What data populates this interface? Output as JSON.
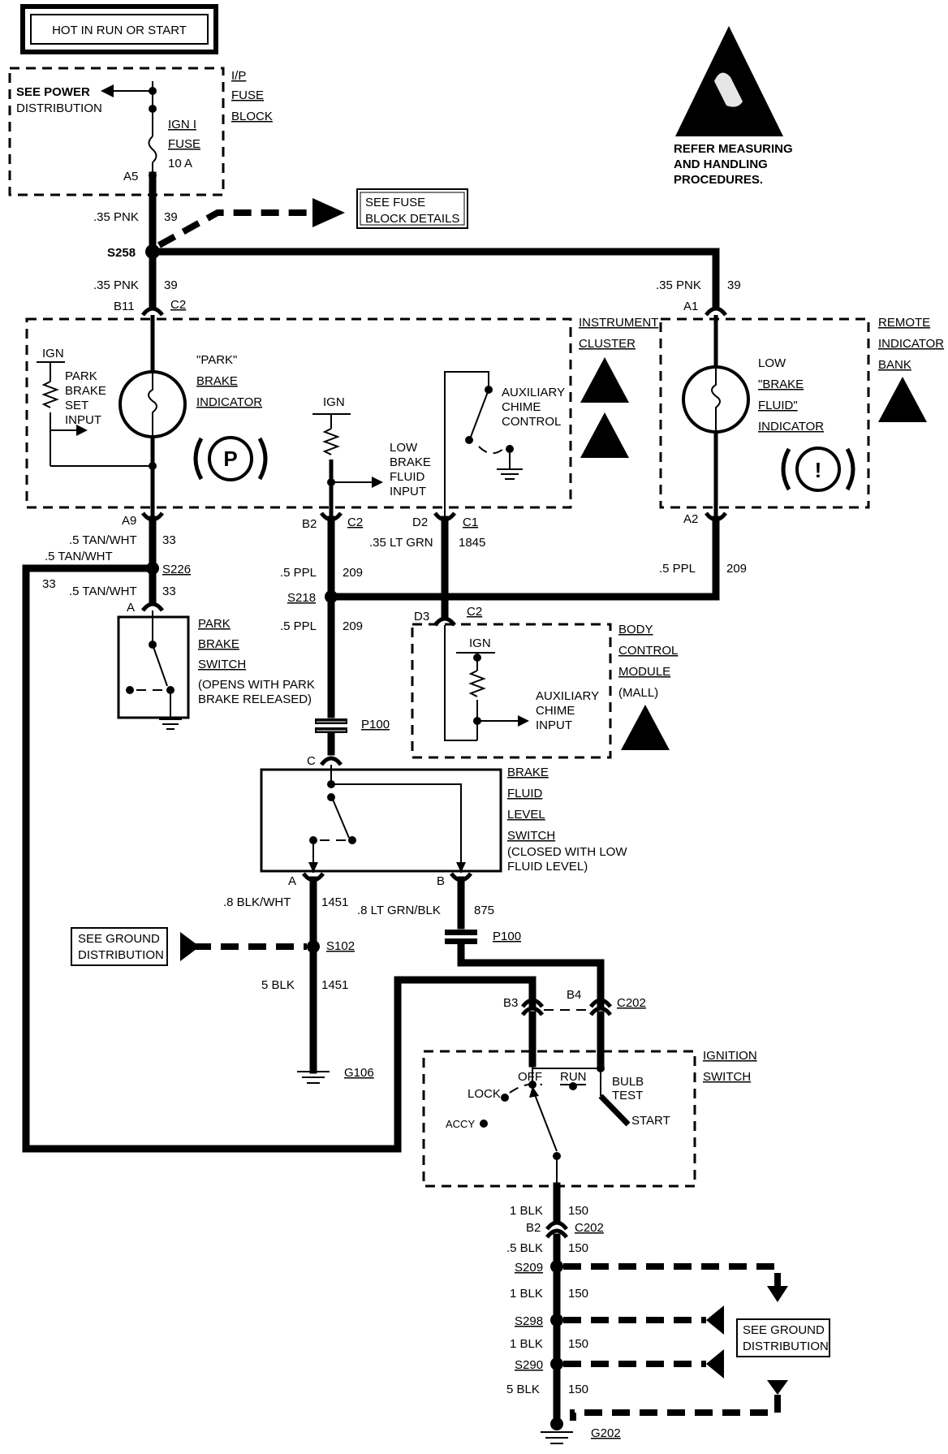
{
  "header": {
    "power_label": "HOT IN RUN OR START"
  },
  "esd_warning": {
    "text_lines": [
      "REFER MEASURING",
      "AND HANDLING",
      "PROCEDURES."
    ]
  },
  "fuse_block": {
    "title": [
      "I/P",
      "FUSE",
      "BLOCK"
    ],
    "see_power": [
      "SEE POWER",
      "DISTRIBUTION"
    ],
    "fuse_name": [
      "IGN I",
      "FUSE",
      "10 A"
    ],
    "terminal": "A5"
  },
  "fuse_details": {
    "text": [
      "SEE FUSE",
      "BLOCK DETAILS"
    ]
  },
  "splices": {
    "s258": "S258",
    "s226": "S226",
    "s218": "S218",
    "s102": "S102",
    "s209": "S209",
    "s298": "S298",
    "s290": "S290"
  },
  "wires": {
    "pnk_size": ".35 PNK",
    "pnk_circuit": "39",
    "tan_wht_size": ".5 TAN/WHT",
    "tan_wht_circuit": "33",
    "ppl_size": ".5 PPL",
    "ppl_circuit": "209",
    "lt_grn_size": ".35 LT GRN",
    "lt_grn_circuit": "1845",
    "blk_wht_size": ".8 BLK/WHT",
    "blk_wht_circuit": "1451",
    "blk_1451_size": "5 BLK",
    "blk_1451_circuit": "1451",
    "lt_grn_blk_size": ".8 LT GRN/BLK",
    "lt_grn_blk_circuit": "875",
    "blk1_size": "1 BLK",
    "blk_circuit": "150",
    "blk05_size": ".5 BLK",
    "blk5_size": "5 BLK"
  },
  "connectors": {
    "b11": "B11",
    "c2": "C2",
    "a9": "A9",
    "b2": "B2",
    "d2": "D2",
    "c1": "C1",
    "a1": "A1",
    "a2": "A2",
    "d3": "D3",
    "a": "A",
    "c": "C",
    "b": "B",
    "p100": "P100",
    "b3": "B3",
    "b4": "B4",
    "c202": "C202"
  },
  "instrument_cluster": {
    "title": [
      "INSTRUMENT",
      "CLUSTER"
    ],
    "ign": "IGN",
    "park_input": [
      "PARK",
      "BRAKE",
      "SET",
      "INPUT"
    ],
    "park_indicator": [
      "\"PARK\"",
      "BRAKE",
      "INDICATOR"
    ],
    "park_symbol": "P",
    "low_input": [
      "LOW",
      "BRAKE",
      "FLUID",
      "INPUT"
    ],
    "aux_chime_control": [
      "AUXILIARY",
      "CHIME",
      "CONTROL"
    ]
  },
  "remote_bank": {
    "title": [
      "REMOTE",
      "INDICATOR",
      "BANK"
    ],
    "indicator": [
      "LOW",
      "\"BRAKE",
      "FLUID\"",
      "INDICATOR"
    ],
    "symbol": "!"
  },
  "park_switch": {
    "title": [
      "PARK",
      "BRAKE",
      "SWITCH"
    ],
    "note": [
      "(OPENS WITH PARK",
      "BRAKE RELEASED)"
    ]
  },
  "bcm": {
    "title": [
      "BODY",
      "CONTROL",
      "MODULE",
      "(MALL)"
    ],
    "ign": "IGN",
    "input": [
      "AUXILIARY",
      "CHIME",
      "INPUT"
    ]
  },
  "fluid_switch": {
    "title": [
      "BRAKE",
      "FLUID",
      "LEVEL",
      "SWITCH"
    ],
    "note": [
      "(CLOSED WITH LOW",
      "FLUID LEVEL)"
    ]
  },
  "ground_dist": {
    "text": [
      "SEE GROUND",
      "DISTRIBUTION"
    ]
  },
  "grounds": {
    "g106": "G106",
    "g202": "G202"
  },
  "ignition_switch": {
    "title": [
      "IGNITION",
      "SWITCH"
    ],
    "positions": {
      "off": "OFF",
      "run": "RUN",
      "lock": "LOCK",
      "accy": "ACCY",
      "start": "START",
      "bulb": "BULB",
      "test": "TEST"
    }
  }
}
